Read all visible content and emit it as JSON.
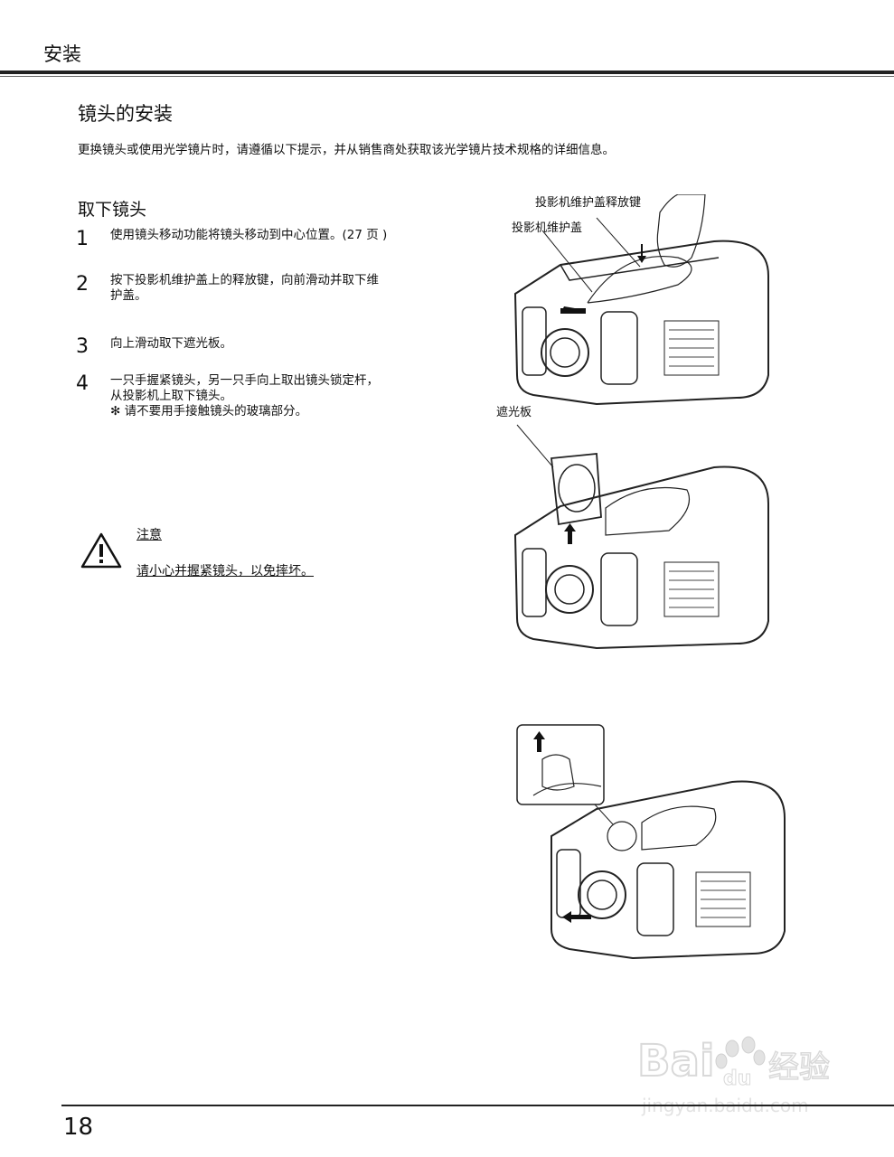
{
  "header": {
    "section_title": "安装"
  },
  "main": {
    "title": "镜头的安装",
    "intro": "更换镜头或使用光学镜片时，请遵循以下提示，并从销售商处获取该光学镜片技术规格的详细信息。",
    "subheading": "取下镜头",
    "steps": [
      {
        "num": "1",
        "lines": [
          "使用镜头移动功能将镜头移动到中心位置。(27 页 )"
        ]
      },
      {
        "num": "2",
        "lines": [
          "按下投影机维护盖上的释放键，向前滑动并取下维",
          "护盖。"
        ]
      },
      {
        "num": "3",
        "lines": [
          "向上滑动取下遮光板。"
        ]
      },
      {
        "num": "4",
        "lines": [
          "一只手握紧镜头，另一只手向上取出镜头锁定杆，",
          "从投影机上取下镜头。",
          "✻ 请不要用手接触镜头的玻璃部分。"
        ]
      }
    ],
    "caution": {
      "title": "注意",
      "text": "请小心并握紧镜头，以免摔坏。"
    }
  },
  "figures": {
    "fig1": {
      "callout_release_key": "投影机维护盖释放键",
      "callout_cover": "投影机维护盖"
    },
    "fig2": {
      "callout_shutter": "遮光板"
    }
  },
  "footer": {
    "page_number": "18"
  },
  "watermark": {
    "brand": "Bai",
    "brand2": "du",
    "brand_cn": "经验",
    "url": "jingyan.baidu.com"
  },
  "colors": {
    "ink": "#111111",
    "rule": "#222222",
    "watermark": "#bbbbbb"
  }
}
